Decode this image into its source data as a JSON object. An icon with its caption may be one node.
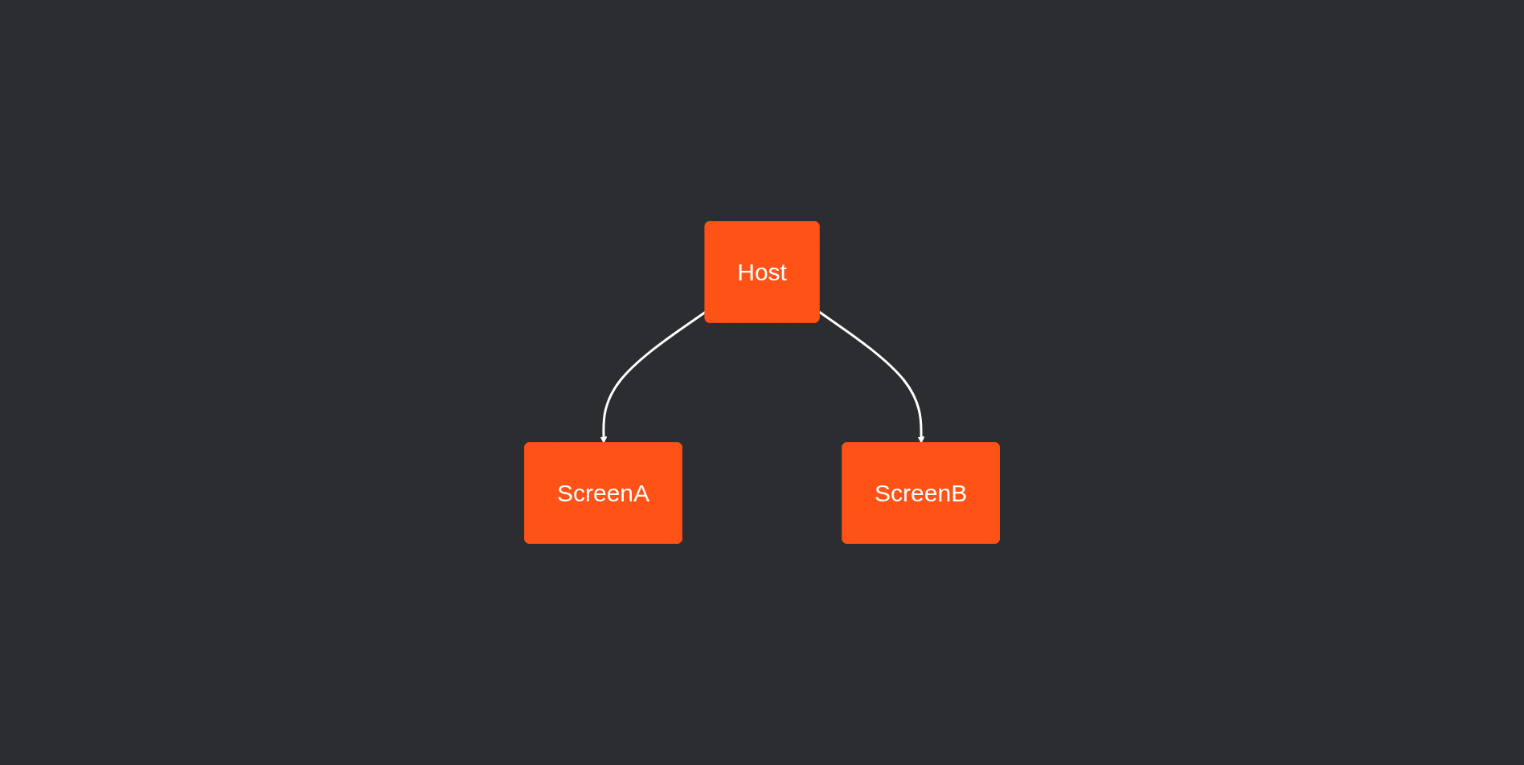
{
  "diagram": {
    "nodes": [
      {
        "text": [
          "Host"
        ]
      },
      {
        "text": [
          "ScreenA"
        ]
      },
      {
        "text": [
          "ScreenB"
        ]
      }
    ],
    "edges": [
      {
        "from": 0,
        "to": 1,
        "arrow": "to"
      },
      {
        "from": 0,
        "to": 2,
        "arrow": "to"
      }
    ]
  }
}
